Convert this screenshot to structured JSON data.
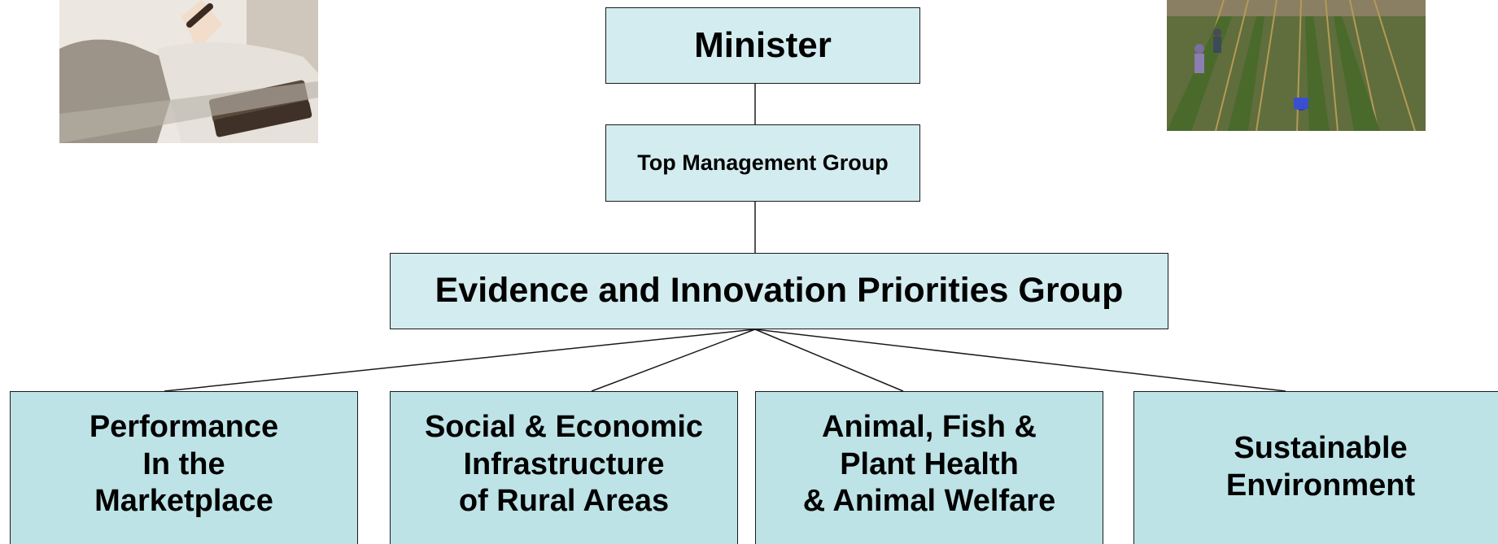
{
  "org_chart": {
    "minister": "Minister",
    "top_management": "Top Management Group",
    "priorities_group": "Evidence and Innovation Priorities Group",
    "sub_groups": [
      "Performance\nIn the\nMarketplace",
      "Social & Economic\nInfrastructure\nof Rural Areas",
      "Animal, Fish &\nPlant Health\n& Animal Welfare",
      "Sustainable\nEnvironment"
    ]
  },
  "colors": {
    "box_fill_top": "#d3ecef",
    "box_fill_bottom": "#bde3e7",
    "border": "#1a1a1a"
  }
}
